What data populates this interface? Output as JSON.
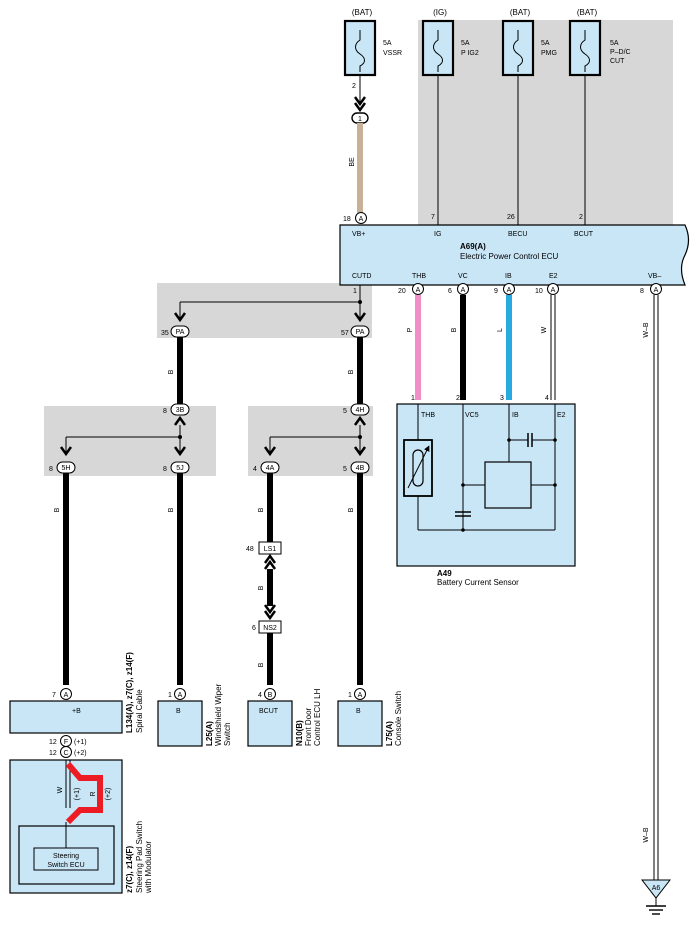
{
  "fuses": [
    {
      "supply": "(BAT)",
      "amp": "5A",
      "name": "VSSR",
      "pin": "2"
    },
    {
      "supply": "(IG)",
      "amp": "5A",
      "name": "P IG2"
    },
    {
      "supply": "(BAT)",
      "amp": "5A",
      "name": "PMG"
    },
    {
      "supply": "(BAT)",
      "amp": "5A",
      "name": "P–D/C",
      "name2": "CUT"
    }
  ],
  "junction_1": "1",
  "ecu": {
    "code": "A69(A)",
    "name": "Electric Power Control ECU",
    "top_pins": [
      {
        "num": "18",
        "conn": "A",
        "label": "VB+"
      },
      {
        "num": "7",
        "label": "IG"
      },
      {
        "num": "26",
        "label": "BECU"
      },
      {
        "num": "2",
        "label": "BCUT"
      }
    ],
    "bottom_pins": [
      {
        "label": "CUTD",
        "num": "1"
      },
      {
        "label": "THB",
        "num": "20",
        "conn": "A"
      },
      {
        "label": "VC",
        "num": "6",
        "conn": "A"
      },
      {
        "label": "IB",
        "num": "9",
        "conn": "A"
      },
      {
        "label": "E2",
        "num": "10",
        "conn": "A"
      },
      {
        "label": "VB–",
        "num": "8",
        "conn": "A"
      }
    ]
  },
  "wire_colors": {
    "be": "BE",
    "p": "P",
    "b": "B",
    "l": "L",
    "w": "W",
    "wb": "W–B",
    "r": "R"
  },
  "connectors": {
    "pa_left": {
      "num": "35",
      "id": "PA"
    },
    "pa_right": {
      "num": "57",
      "id": "PA"
    },
    "c3b": {
      "num": "8",
      "id": "3B"
    },
    "c4h": {
      "num": "5",
      "id": "4H"
    },
    "c5h": {
      "num": "8",
      "id": "5H"
    },
    "c5j": {
      "num": "8",
      "id": "5J"
    },
    "c4a": {
      "num": "4",
      "id": "4A"
    },
    "c4b": {
      "num": "5",
      "id": "4B"
    },
    "ls1": {
      "num": "48",
      "id": "LS1"
    },
    "ns2": {
      "num": "6",
      "id": "NS2"
    },
    "cA6": {
      "id": "A6"
    }
  },
  "sensor": {
    "code": "A49",
    "name": "Battery Current Sensor",
    "pins": [
      {
        "num": "1",
        "label": "THB"
      },
      {
        "num": "2",
        "label": "VC5"
      },
      {
        "num": "3",
        "label": "IB"
      },
      {
        "num": "4",
        "label": "E2"
      }
    ]
  },
  "spiral": {
    "pin_top": "7",
    "conn_top": "A",
    "term": "+B",
    "code": "L134(A), z7(C), z14(F)",
    "name": "Spiral Cable",
    "pinF": "12",
    "connF": "F",
    "pinF_note": "(+1)",
    "pinC": "12",
    "connC": "C",
    "pinC_note": "(+2)"
  },
  "steering": {
    "inner_label1": "Steering",
    "inner_label2": "Switch ECU",
    "code": "z7(C), z14(F)",
    "name1": "Steering Pad Switch",
    "name2": "with Modulator",
    "note1": "(+1)",
    "note2": "(+2)"
  },
  "comp_l25": {
    "pin": "1",
    "conn": "A",
    "term": "B",
    "code": "L25(A)",
    "name1": "Windshield Wiper",
    "name2": "Switch"
  },
  "comp_n10": {
    "pin": "4",
    "conn": "B",
    "term": "BCUT",
    "code": "N10(B)",
    "name1": "Front Door",
    "name2": "Control ECU LH"
  },
  "comp_l75": {
    "pin": "1",
    "conn": "A",
    "term": "B",
    "code": "L75(A)",
    "name1": "Console Switch"
  },
  "colors": {
    "shade": "#d7d7d7",
    "box": "#c9e6f6",
    "beige": "#c7b299",
    "pink": "#f08ec5",
    "blue": "#29abe2",
    "red": "#ed1c24"
  }
}
